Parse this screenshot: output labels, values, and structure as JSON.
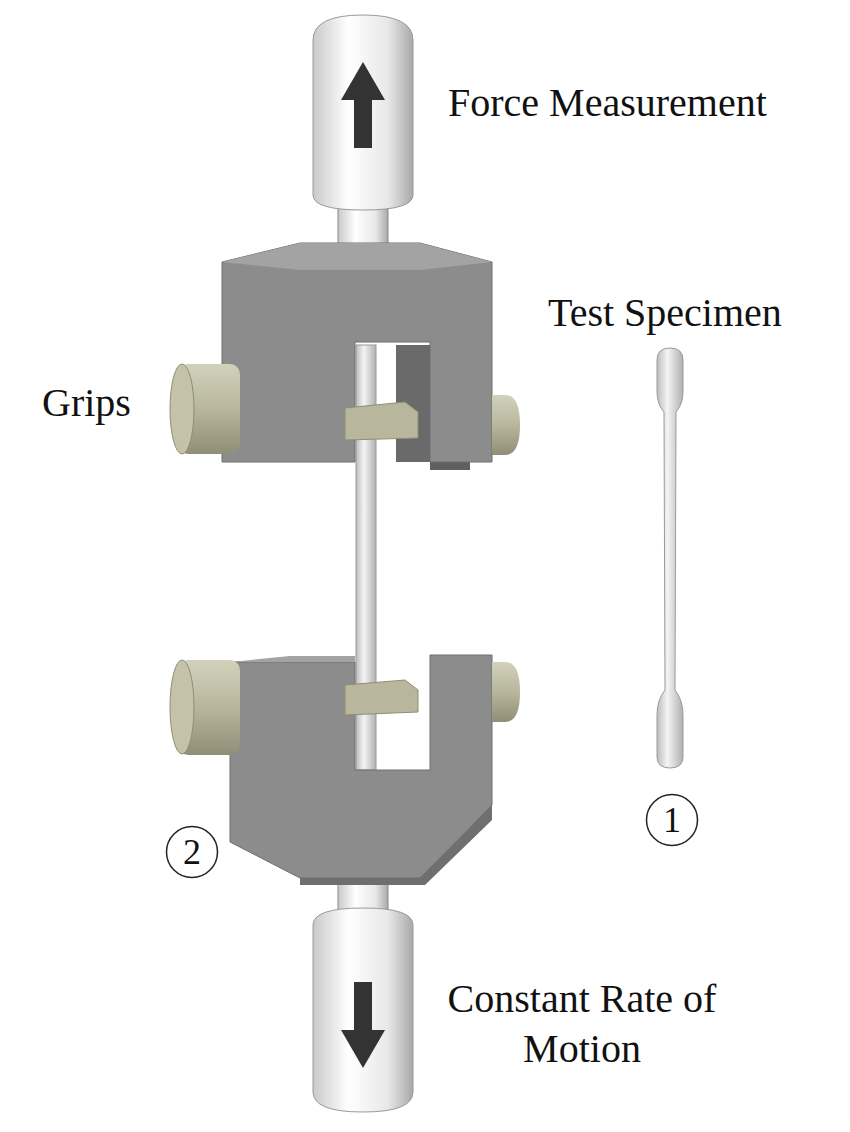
{
  "diagram": {
    "nodes": [
      {
        "text": [
          "1"
        ]
      },
      {
        "text": [
          "2"
        ]
      }
    ],
    "labels": [
      "Force Measurement",
      "Test Specimen",
      "Grips",
      "Constant Rate of Motion"
    ]
  }
}
